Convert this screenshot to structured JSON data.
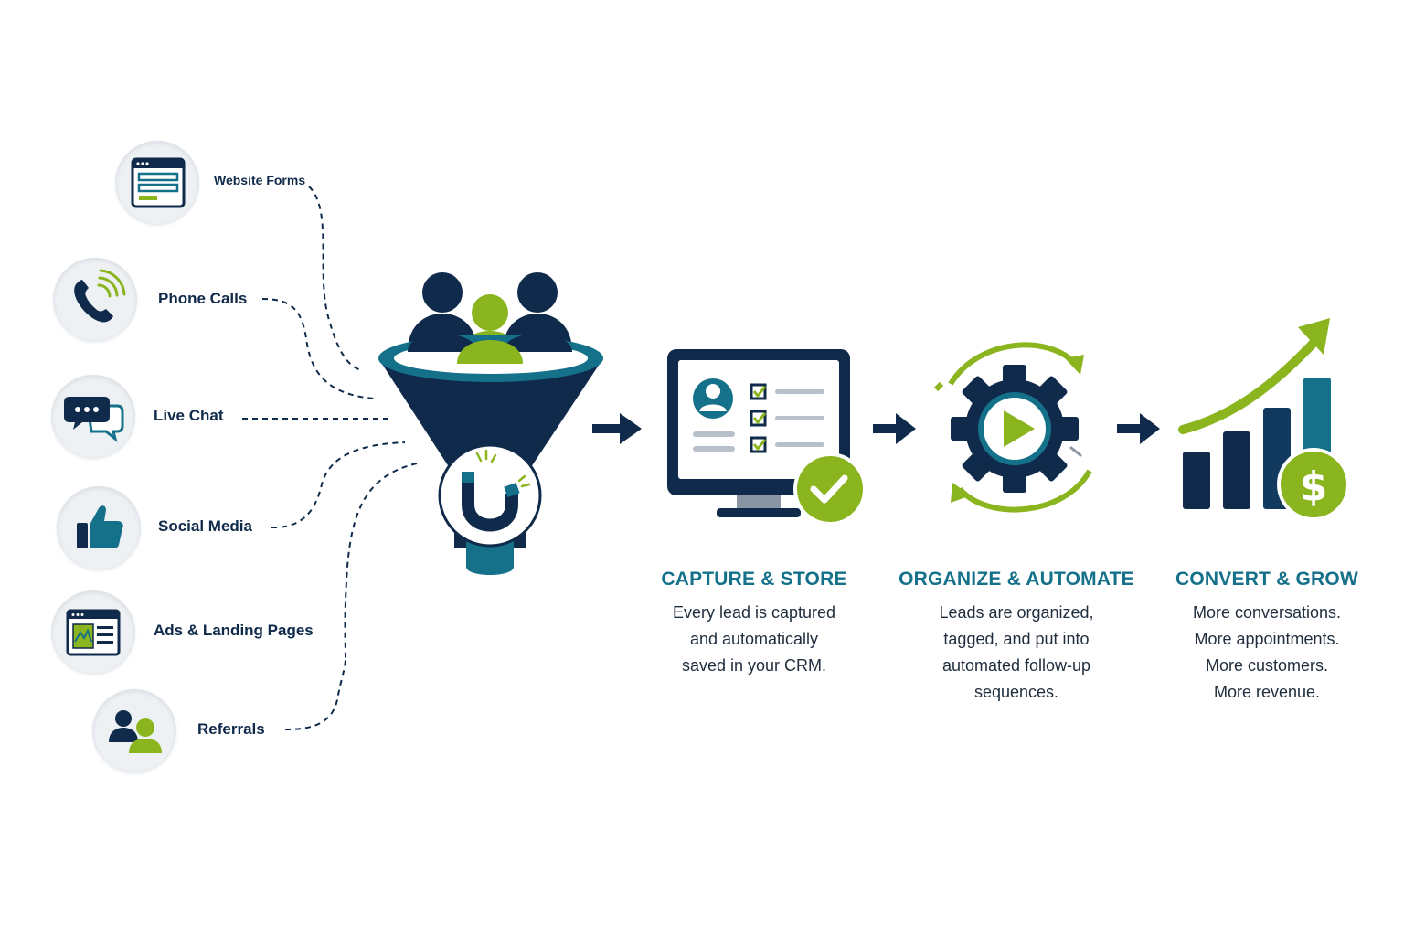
{
  "colors": {
    "navy": "#0f2a4a",
    "teal": "#15718a",
    "green": "#8ab51e",
    "light_bg": "#eef1f4"
  },
  "sources": [
    {
      "label": "Website Forms",
      "icon": "web-form-icon"
    },
    {
      "label": "Phone Calls",
      "icon": "phone-icon"
    },
    {
      "label": "Live Chat",
      "icon": "chat-bubbles-icon"
    },
    {
      "label": "Social Media",
      "icon": "thumbs-up-icon"
    },
    {
      "label": "Ads & Landing Pages",
      "icon": "landing-page-icon"
    },
    {
      "label": "Referrals",
      "icon": "people-referral-icon"
    }
  ],
  "funnel": {
    "icons": [
      "people-group-icon",
      "funnel-icon",
      "magnet-icon"
    ]
  },
  "stages": [
    {
      "title": "CAPTURE & STORE",
      "icon": "crm-monitor-icon",
      "desc": [
        "Every lead is captured",
        "and automatically",
        "saved in your CRM."
      ]
    },
    {
      "title": "ORGANIZE & AUTOMATE",
      "icon": "automation-gear-icon",
      "desc": [
        "Leads are organized,",
        "tagged, and put into",
        "automated follow-up",
        "sequences."
      ]
    },
    {
      "title": "CONVERT & GROW",
      "icon": "growth-chart-icon",
      "desc": [
        "More conversations.",
        "More appointments.",
        "More customers.",
        "More revenue."
      ]
    }
  ],
  "arrows": [
    "arrow-right-icon",
    "arrow-right-icon",
    "arrow-right-icon"
  ]
}
